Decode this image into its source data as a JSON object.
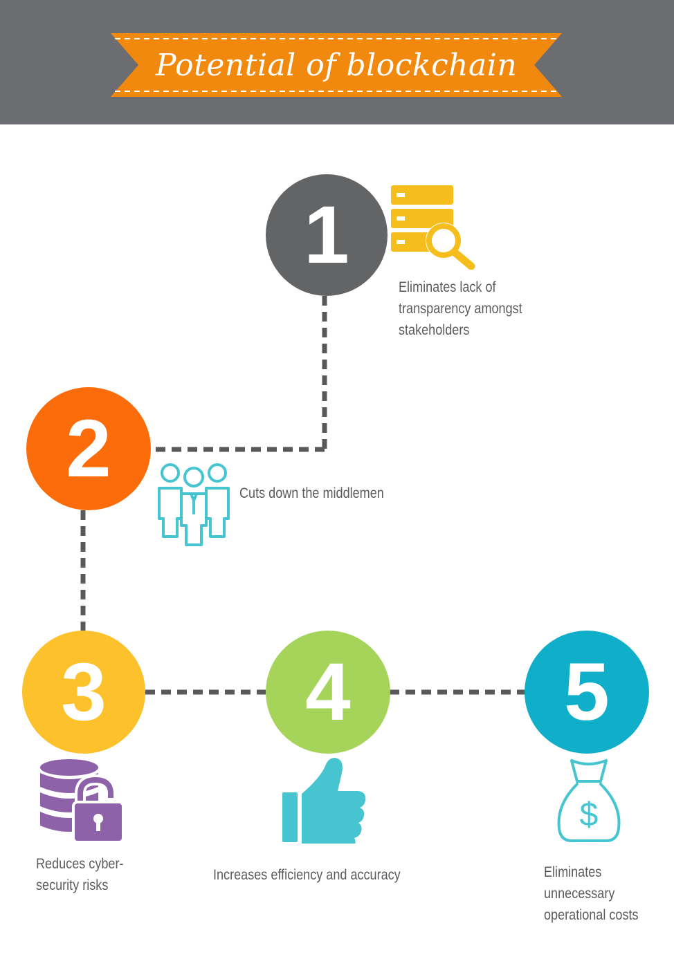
{
  "title": "Potential of blockchain",
  "colors": {
    "header_bg": "#6b6d70",
    "banner": "#f2890f",
    "connector": "#58595b",
    "text": "#5a5c5f"
  },
  "steps": [
    {
      "number": "1",
      "color": "#636466",
      "icon": "server-search-icon",
      "icon_color": "#f5be1d",
      "caption": "Eliminates lack of\ntransparency amongst\nstakeholders"
    },
    {
      "number": "2",
      "color": "#fd6c0b",
      "icon": "people-group-icon",
      "icon_color": "#46c4cf",
      "caption": "Cuts down the middlemen"
    },
    {
      "number": "3",
      "color": "#fdc12b",
      "icon": "database-lock-icon",
      "icon_color": "#8d62a9",
      "caption": "Reduces cyber-\nsecurity risks"
    },
    {
      "number": "4",
      "color": "#a6d45b",
      "icon": "thumbs-up-icon",
      "icon_color": "#46c4cf",
      "caption": "Increases efficiency and accuracy"
    },
    {
      "number": "5",
      "color": "#0faec9",
      "icon": "money-bag-icon",
      "icon_color": "#46c4cf",
      "caption": "Eliminates\nunnecessary\noperational costs"
    }
  ]
}
